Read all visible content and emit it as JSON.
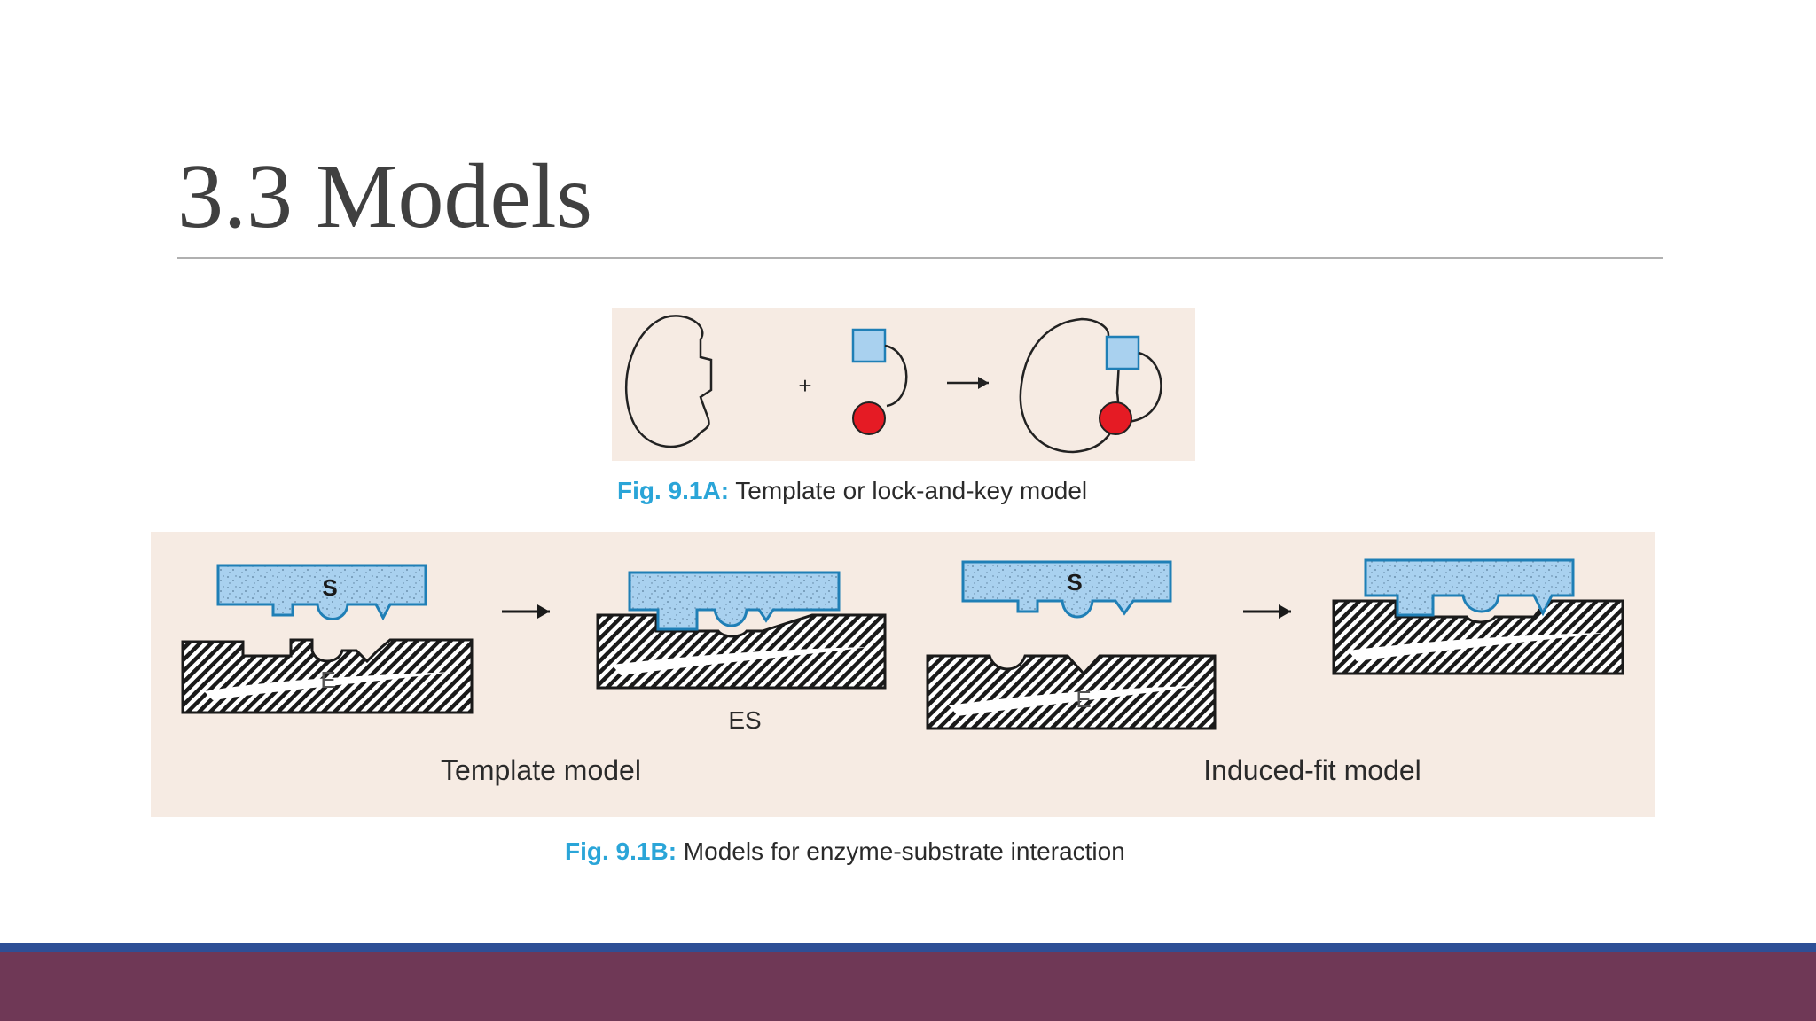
{
  "slide": {
    "title": "3.3 Models"
  },
  "figure_a": {
    "caption_number": "Fig. 9.1A:",
    "caption_text": " Template or lock-and-key model",
    "plus_sign": "+"
  },
  "figure_b": {
    "caption_number": "Fig. 9.1B:",
    "caption_text": " Models for enzyme-substrate interaction",
    "substrate_label": "S",
    "enzyme_label": "E",
    "complex_label": "ES",
    "template_label": "Template model",
    "induced_fit_label": "Induced-fit model"
  },
  "colors": {
    "substrate_fill": "#a9d1ef",
    "substrate_stroke": "#1f7fb6",
    "red_ball": "#e51b24",
    "figure_bg": "#f6ebe3",
    "caption_accent": "#2aa5d8",
    "footer_blue": "#2e4f96",
    "footer_plum": "#6f3856"
  }
}
